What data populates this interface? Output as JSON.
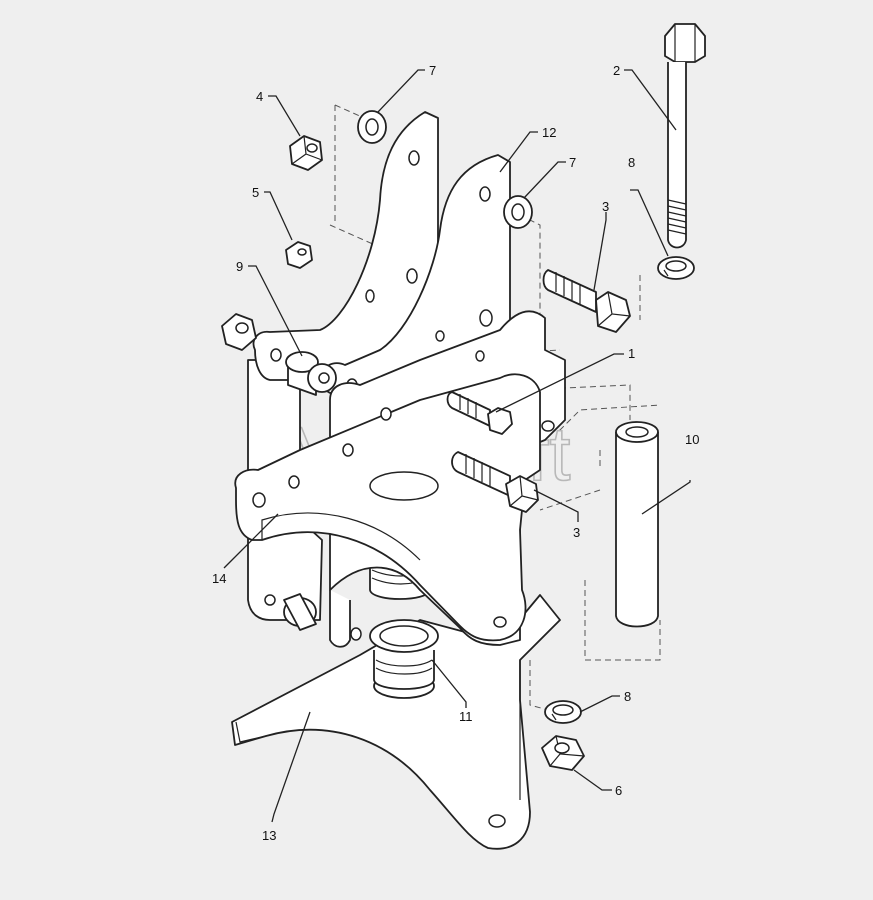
{
  "watermark": "AutoSoft",
  "callouts": {
    "c1": "1",
    "c2": "2",
    "c3a": "3",
    "c3b": "3",
    "c4": "4",
    "c5": "5",
    "c6": "6",
    "c7a": "7",
    "c7b": "7",
    "c8a": "8",
    "c8b": "8",
    "c9": "9",
    "c10": "10",
    "c11": "11",
    "c12": "12",
    "c13": "13",
    "c14": "14"
  },
  "icons": {
    "nut": "hex-nut-icon",
    "bolt": "hex-bolt-icon",
    "washer": "washer-icon",
    "spacer": "spacer-tube-icon",
    "bushing": "bushing-icon"
  }
}
